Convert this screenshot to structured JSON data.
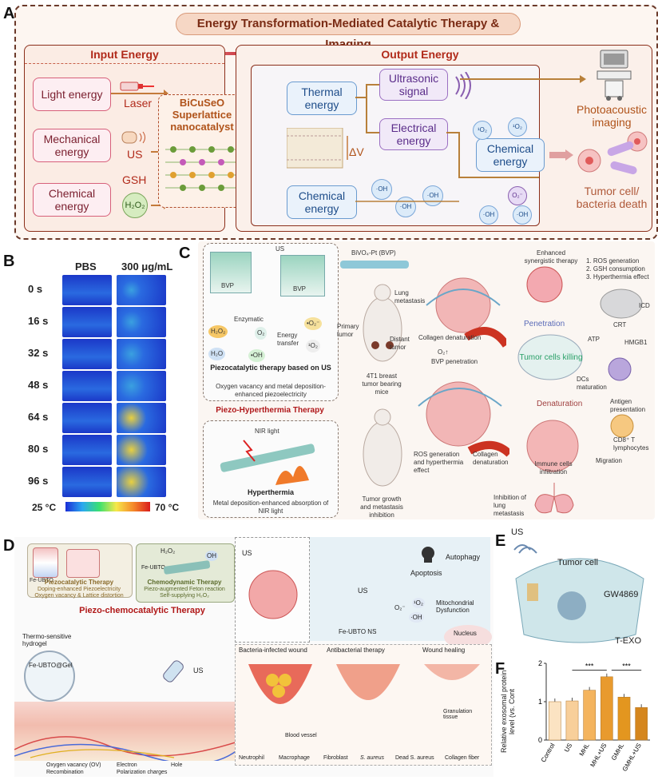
{
  "panel_letters": [
    "A",
    "B",
    "C",
    "D",
    "E",
    "F"
  ],
  "panelA": {
    "title": "Energy Transformation-Mediated Catalytic Therapy & Imaging",
    "input_title": "Input Energy",
    "output_title": "Output Energy",
    "inputs": [
      {
        "label": "Light energy",
        "source": "Laser"
      },
      {
        "label": "Mechanical energy",
        "source": "US"
      },
      {
        "label": "Chemical energy",
        "source": "GSH"
      }
    ],
    "h2o2": "H₂O₂",
    "catalyst": "BiCuSeO Superlattice nanocatalyst",
    "outputs": {
      "thermal": "Thermal energy",
      "ultrasonic": "Ultrasonic signal",
      "electrical": "Electrical energy",
      "chemical_left": "Chemical energy",
      "chemical_right": "Chemical energy",
      "delta_v": "ΔV"
    },
    "results": {
      "imaging": "Photoacoustic imaging",
      "death": "Tumor cell/ bacteria death"
    },
    "ros": [
      "·OH",
      "·OH",
      "·OH",
      "¹O₂",
      "¹O₂",
      "O₂⁻",
      "·OH",
      "·OH"
    ]
  },
  "panelB": {
    "col_headers": [
      "PBS",
      "300 μg/mL"
    ],
    "times": [
      "0 s",
      "16 s",
      "32 s",
      "48 s",
      "64 s",
      "80 s",
      "96 s"
    ],
    "scale_min": "25 °C",
    "scale_max": "70 °C"
  },
  "panelC": {
    "left_top": {
      "us": "US",
      "bvp": "BVP",
      "h2o2": "H₂O₂",
      "enzymatic": "Enzymatic",
      "o2": "O₂",
      "h2o": "H₂O",
      "oh": "•OH",
      "energy_transfer": "Energy transfer",
      "o2_superoxide": "•O₂⁻",
      "singlet": "¹O₂",
      "caption_title": "Piezocatalytic therapy based on US",
      "caption_body": "Oxygen vacancy and metal deposition-enhanced piezoelectricity"
    },
    "piezo_title": "Piezo-Hyperthermia Therapy",
    "left_bottom": {
      "nir": "NIR light",
      "caption_title": "Hyperthermia",
      "caption_body": "Metal deposition-enhanced absorption of NIR light"
    },
    "center": {
      "bvp_label": "BiVO₄-Pt (BVP)",
      "lung": "Lung metastasis",
      "primary": "Primary tumor",
      "distant": "Distant tumor",
      "mice": "4T1 breast tumor bearing mice",
      "inhibition": "Tumor growth and metastasis inhibition",
      "collagen1": "Collagen denaturation",
      "o2": "O₂↑",
      "bvp_pen": "BVP penetration",
      "ros_gen": "ROS generation and hyperthermia effect",
      "collagen2": "Collagen denaturation"
    },
    "right": {
      "enhanced": "Enhanced synergistic therapy",
      "list": [
        "1. ROS generation",
        "2. GSH consumption",
        "3. Hyperthermia effect"
      ],
      "icd": "ICD",
      "atp": "ATP",
      "crt": "CRT",
      "hmgb1": "HMGB1",
      "penetration": "Penetration",
      "killing": "Tumor cells killing",
      "dcs": "DCs maturation",
      "antigen": "Antigen presentation",
      "cd8": "CD8⁺ T lymphocytes",
      "denaturation": "Denaturation",
      "migration": "Migration",
      "immune": "Immune cells infiltration",
      "lung_inhib": "Inhibition of lung metastasis"
    }
  },
  "panelD": {
    "box1_label": "Fe-UBTO",
    "box1_title": "Piezocatalytic Therapy",
    "box1_sub1": "Doping-enhanced Piezoelectricity",
    "box1_sub2": "Oxygen vacancy & Lattice distortion",
    "box2_title": "Chemodynamic Therapy",
    "box2_sub1": "Piezo-augmented Feton reaction",
    "box2_sub2": "Self-supplying H₂O₂",
    "box2_fe": "Fe-UBTO",
    "box2_h2o2": "H₂O₂",
    "box2_oh": "OH",
    "center_title": "Piezo-chemocatalytic Therapy",
    "hydrogel": "Thermo-sensitive hydrogel",
    "gel": "Fe-UBTO@Gel",
    "us": "US",
    "us2": "US",
    "us3": "US",
    "apoptosis": "Apoptosis",
    "autophagy": "Autophagy",
    "mito": "Mitochondrial Dysfunction",
    "nucleus": "Nucleus",
    "fe_ns": "Fe-UBTO NS",
    "o2": "O₂⁻",
    "singlet": "¹O₂",
    "oh": "·OH",
    "wound1": "Bacteria-infected wound",
    "wound2": "Antibacterial therapy",
    "wound3": "Wound healing",
    "granulation": "Granulation tissue",
    "vessel": "Blood vessel",
    "legend_bottom": [
      "Oxygen vacancy (OV)",
      "Electron",
      "Hole",
      "Recombination",
      "Polarization charges"
    ],
    "legend_right": [
      "Neutrophil",
      "Macrophage",
      "Fibroblast",
      "S. aureus",
      "Dead S. aureus",
      "Collagen fiber"
    ]
  },
  "panelE": {
    "us": "US",
    "tumor": "Tumor cell",
    "gw": "GW4869",
    "texo": "T-EXO"
  },
  "chart_data": {
    "type": "bar",
    "categories": [
      "Control",
      "US",
      "MHL",
      "MHL+US",
      "GMHL",
      "GMHL+US"
    ],
    "values": [
      1.0,
      1.02,
      1.3,
      1.65,
      1.12,
      0.85
    ],
    "ylabel": "Relative exosomal protein level (vs. Cont",
    "ylim": [
      0,
      2
    ],
    "yticks": [
      "0",
      "1",
      "2"
    ],
    "significance": [
      "***",
      "***"
    ],
    "colors": [
      "#fbe3c2",
      "#f8cf9a",
      "#f4b45e",
      "#e89a2e",
      "#e3961f",
      "#d5861d"
    ]
  }
}
